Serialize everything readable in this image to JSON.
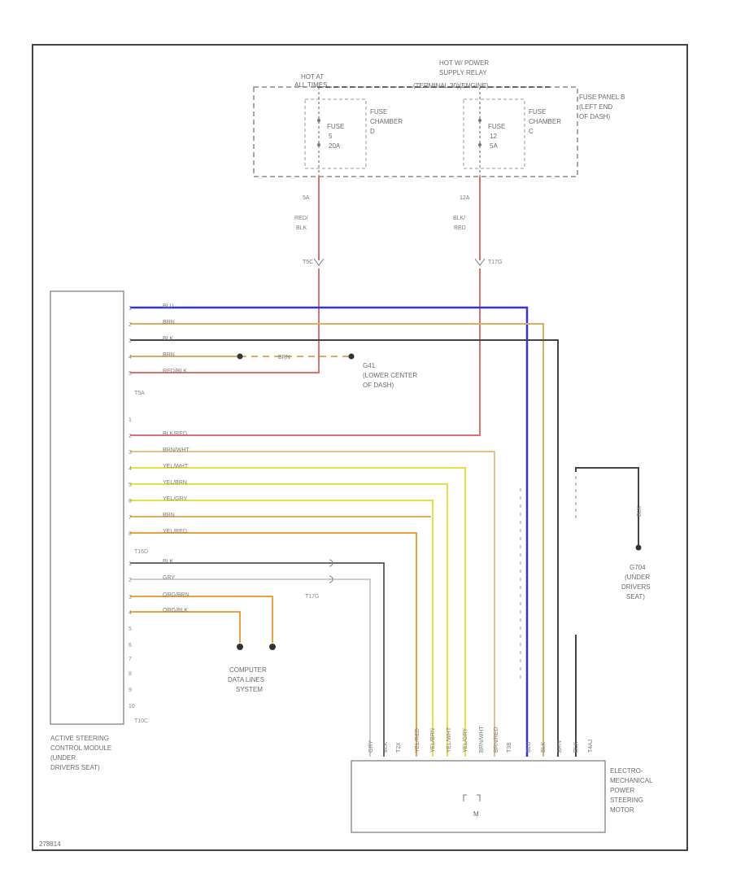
{
  "fuse_block": {
    "hot_label_1": "HOT AT",
    "hot_label_2": "ALL TIMES",
    "relay_label_1": "HOT W/ POWER",
    "relay_label_2": "SUPPLY RELAY",
    "relay_label_3": "(TERMINAL 30)(ENGINE)",
    "panel_label_1": "FUSE PANEL B",
    "panel_label_2": "(LEFT END",
    "panel_label_3": "OF DASH)",
    "fuse1": {
      "label": "FUSE",
      "num": "5",
      "amp": "20A",
      "chamber_1": "FUSE",
      "chamber_2": "CHAMBER",
      "chamber_3": "D"
    },
    "fuse2": {
      "label": "FUSE",
      "num": "12",
      "amp": "5A",
      "chamber_1": "FUSE",
      "chamber_2": "CHAMBER",
      "chamber_3": "C"
    }
  },
  "feed_wires": {
    "w1": {
      "pin": "5A",
      "color1": "RED/",
      "color2": "BLK",
      "connector": "T5C"
    },
    "w2": {
      "pin": "12A",
      "color1": "BLK/",
      "color2": "RED",
      "connector": "T17G"
    }
  },
  "module": {
    "label_1": "ACTIVE STEERING",
    "label_2": "CONTROL MODULE",
    "label_3": "(UNDER",
    "label_4": "DRIVERS SEAT)",
    "conn_a": "T5A",
    "conn_b": "T16D",
    "conn_c": "T10C"
  },
  "wires_a": [
    {
      "pin": "1",
      "color": "BLU"
    },
    {
      "pin": "2",
      "color": "BRN"
    },
    {
      "pin": "3",
      "color": "BLK"
    },
    {
      "pin": "4",
      "color": "BRN"
    },
    {
      "pin": "5",
      "color": "RED/BLK"
    }
  ],
  "wires_b": [
    {
      "pin": "1",
      "color": ""
    },
    {
      "pin": "2",
      "color": "BLK/RED"
    },
    {
      "pin": "3",
      "color": "BRN/WHT"
    },
    {
      "pin": "4",
      "color": "YEL/WHT"
    },
    {
      "pin": "5",
      "color": "YEL/BRN"
    },
    {
      "pin": "6",
      "color": "YEL/GRY"
    },
    {
      "pin": "7",
      "color": "BRN"
    },
    {
      "pin": "8",
      "color": "YEL/RED"
    }
  ],
  "wires_c": [
    {
      "pin": "1",
      "color": "BLK"
    },
    {
      "pin": "2",
      "color": "GRY"
    },
    {
      "pin": "3",
      "color": "ORG/BRN"
    },
    {
      "pin": "4",
      "color": "ORG/BLK"
    },
    {
      "pin": "5",
      "color": ""
    },
    {
      "pin": "6",
      "color": ""
    },
    {
      "pin": "7",
      "color": ""
    },
    {
      "pin": "8",
      "color": ""
    },
    {
      "pin": "9",
      "color": ""
    },
    {
      "pin": "10",
      "color": ""
    }
  ],
  "ground_g": {
    "wire": "BRN",
    "label_1": "G41",
    "label_2": "(LOWER CENTER",
    "label_3": "OF DASH)"
  },
  "connector_t17g": "T17G",
  "computer_lines": {
    "label_1": "COMPUTER",
    "label_2": "DATA LINES",
    "label_3": "SYSTEM"
  },
  "ground_g2": {
    "wire": "BLK",
    "label_1": "G704",
    "label_2": "(UNDER",
    "label_3": "DRIVERS",
    "label_4": "SEAT)"
  },
  "motor": {
    "label_1": "ELECTRO-",
    "label_2": "MECHANICAL",
    "label_3": "POWER",
    "label_4": "STEERING",
    "label_5": "MOTOR",
    "symbol": "M",
    "vert_labels": [
      "GRY",
      "BLK",
      "T2X",
      "YEL/RED",
      "YEL/BRN",
      "YEL/WHT",
      "YEL/GRY",
      "BRN/WHT",
      "BRN/RED",
      "T3B",
      "BLU",
      "BLK",
      "BRN",
      "BLK",
      "T4AJ"
    ]
  },
  "footer_code": "278814",
  "colors": {
    "border": "#444444",
    "red_blk": "#e07070",
    "blu": "#3333dd",
    "brn": "#d8b060",
    "blk": "#444444",
    "yel": "#e8e040",
    "orange": "#e8a040",
    "gry": "#c8c8c8",
    "dash": "#9a9a9a"
  }
}
